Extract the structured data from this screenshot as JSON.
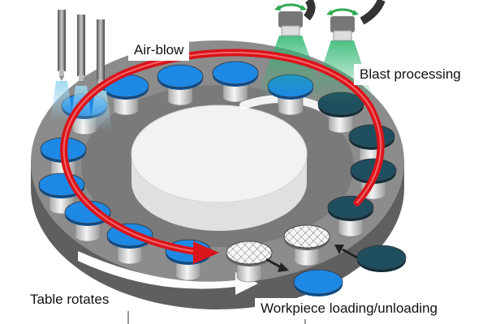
{
  "labels": {
    "air_blow": "Air-blow",
    "blast_processing": "Blast processing",
    "table_rotates": "Table rotates",
    "workpiece_loading": "Workpiece loading/unloading"
  },
  "colors": {
    "table_top": "#8c8c8c",
    "table_side": "#5f5f5f",
    "platform": "#ededed",
    "workpiece_raw": "#1e88e5",
    "workpiece_processed": "#1f4e5f",
    "rotation_arrow": "#d9141b",
    "blast_spray": "#2bb56e",
    "holder": "#d9d9d9"
  },
  "icons": [
    "air-nozzle-icon",
    "blast-gun-icon",
    "rotation-arrow-icon",
    "transfer-arrow-icon"
  ]
}
